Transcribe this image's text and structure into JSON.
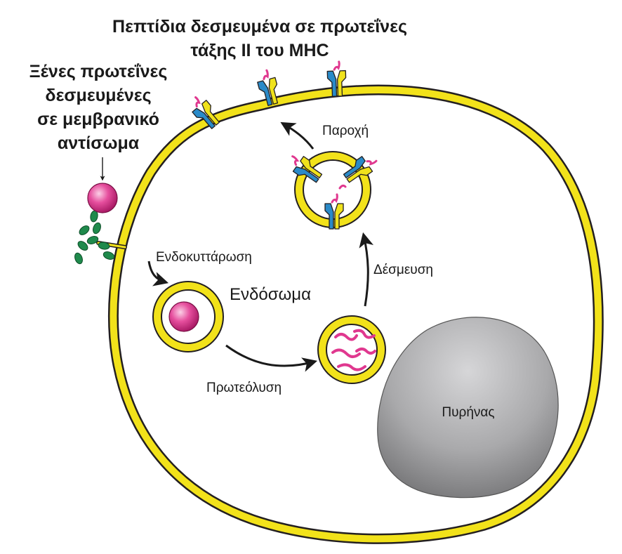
{
  "titles": {
    "mhc_line1": "Πεπτίδια δεσμευμένα σε πρωτεΐνες",
    "mhc_line2": "τάξης ΙΙ του MHC",
    "foreign_line1": "Ξένες πρωτεΐνες",
    "foreign_line2": "δεσμευμένες",
    "foreign_line3": "σε μεμβρανικό",
    "foreign_line4": "αντίσωμα"
  },
  "labels": {
    "endocytosis": "Ενδοκυττάρωση",
    "endosome": "Ενδόσωμα",
    "proteolysis": "Πρωτεόλυση",
    "binding": "Δέσμευση",
    "presentation": "Παροχή",
    "nucleus": "Πυρήνας"
  },
  "colors": {
    "membrane": "#f2e21a",
    "membrane_stroke": "#231f20",
    "antigen": "#e0388f",
    "antibody": "#1f8a4c",
    "mhc_alpha": "#2a8ac8",
    "mhc_beta": "#f0e21c",
    "peptide": "#e0388f",
    "nucleus": "#a8a8aa"
  }
}
